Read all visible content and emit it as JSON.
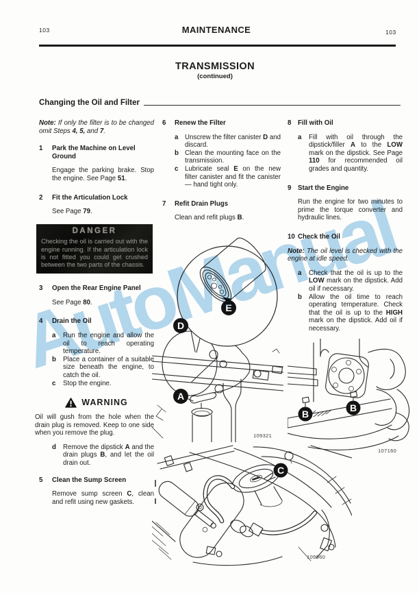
{
  "header": {
    "page_left": "103",
    "page_right": "103",
    "title": "MAINTENANCE",
    "section": "TRANSMISSION",
    "continued": "(continued)",
    "subsection": "Changing the Oil and Filter"
  },
  "left": {
    "note": {
      "label": "Note:",
      "p1": " If only the filter is to be changed omit Steps ",
      "b1": "4, 5,",
      "p2": " and ",
      "b2": "7",
      "p3": "."
    },
    "s1": {
      "n": "1",
      "t": "Park the Machine on Level Ground",
      "p1": "Engage the parking brake. Stop the engine. See Page ",
      "b1": "51",
      "p2": "."
    },
    "s2": {
      "n": "2",
      "t": "Fit the Articulation Lock",
      "p1": "See Page ",
      "b1": "79",
      "p2": "."
    },
    "danger": {
      "title": "DANGER",
      "body": "Checking the oil is carried out with the engine running. If the articulation lock is not fitted you could get crushed between the two parts of the chassis."
    },
    "s3": {
      "n": "3",
      "t": "Open the Rear Engine Panel",
      "p1": "See Page ",
      "b1": "80",
      "p2": "."
    },
    "s4": {
      "n": "4",
      "t": "Drain the Oil",
      "a_l": "a",
      "a_t": "Run the engine and allow the oil to reach operating temperature.",
      "b_l": "b",
      "b_t": "Place a container of a suitable size beneath the engine, to catch the oil.",
      "c_l": "c",
      "c_t": "Stop the engine.",
      "d_l": "d",
      "d_p1": "Remove the dipstick ",
      "d_b1": "A",
      "d_p2": " and the drain plugs ",
      "d_b2": "B",
      "d_p3": ", and let the oil drain out."
    },
    "warning": {
      "title": "WARNING",
      "body": "Oil will gush from the hole when the drain plug is removed. Keep to one side when you remove the plug."
    },
    "s5": {
      "n": "5",
      "t": "Clean the Sump Screen",
      "p1": "Remove sump screen ",
      "b1": "C",
      "p2": ", clean and refit using new gaskets."
    }
  },
  "middle": {
    "s6": {
      "n": "6",
      "t": "Renew the Filter",
      "a_l": "a",
      "a_p1": "Unscrew the filter canister ",
      "a_b1": "D",
      "a_p2": " and discard.",
      "b_l": "b",
      "b_t": "Clean the mounting face on the transmission.",
      "c_l": "c",
      "c_p1": "Lubricate seal ",
      "c_b1": "E",
      "c_p2": " on the new filter canister and fit the canister — hand tight only."
    },
    "s7": {
      "n": "7",
      "t": "Refit Drain Plugs",
      "p1": "Clean and refit plugs ",
      "b1": "B",
      "p2": "."
    }
  },
  "right": {
    "s8": {
      "n": "8",
      "t": "Fill with Oil",
      "a_l": "a",
      "a_p1": "Fill with oil through the dipstick/filler ",
      "a_b1": "A",
      "a_p2": " to the ",
      "a_b2": "LOW",
      "a_p3": " mark on the dipstick. See Page ",
      "a_b3": "110",
      "a_p4": " for recommended oil grades and quantity."
    },
    "s9": {
      "n": "9",
      "t": "Start the Engine",
      "body": "Run the engine for two minutes to prime the torque converter and hydraulic lines."
    },
    "s10": {
      "n": "10",
      "t": "Check the Oil"
    },
    "note": {
      "label": "Note:",
      "text": " The oil level is checked with the engine at idle speed."
    },
    "a_l": "a",
    "a_p1": "Check that the oil is up to the ",
    "a_b1": "LOW",
    "a_p2": " mark on the dipstick. Add oil if necessary.",
    "b_l": "b",
    "b_p1": "Allow the oil time to reach operating temperature. Check that the oil is up to the ",
    "b_b1": "HIGH",
    "b_p2": " mark on the dipstick. Add oil if necessary."
  },
  "figures": {
    "fig1": {
      "label_d": "D",
      "label_e": "E",
      "label_a": "A",
      "number": "109321"
    },
    "fig2": {
      "label_b1": "B",
      "label_b2": "B",
      "number": "107160"
    },
    "fig3": {
      "label_c": "C",
      "number": "109960"
    }
  },
  "watermark": {
    "text": "AutoManual",
    "color": "#b4d8ee"
  },
  "icons": {
    "warning": "warning-triangle-icon"
  }
}
